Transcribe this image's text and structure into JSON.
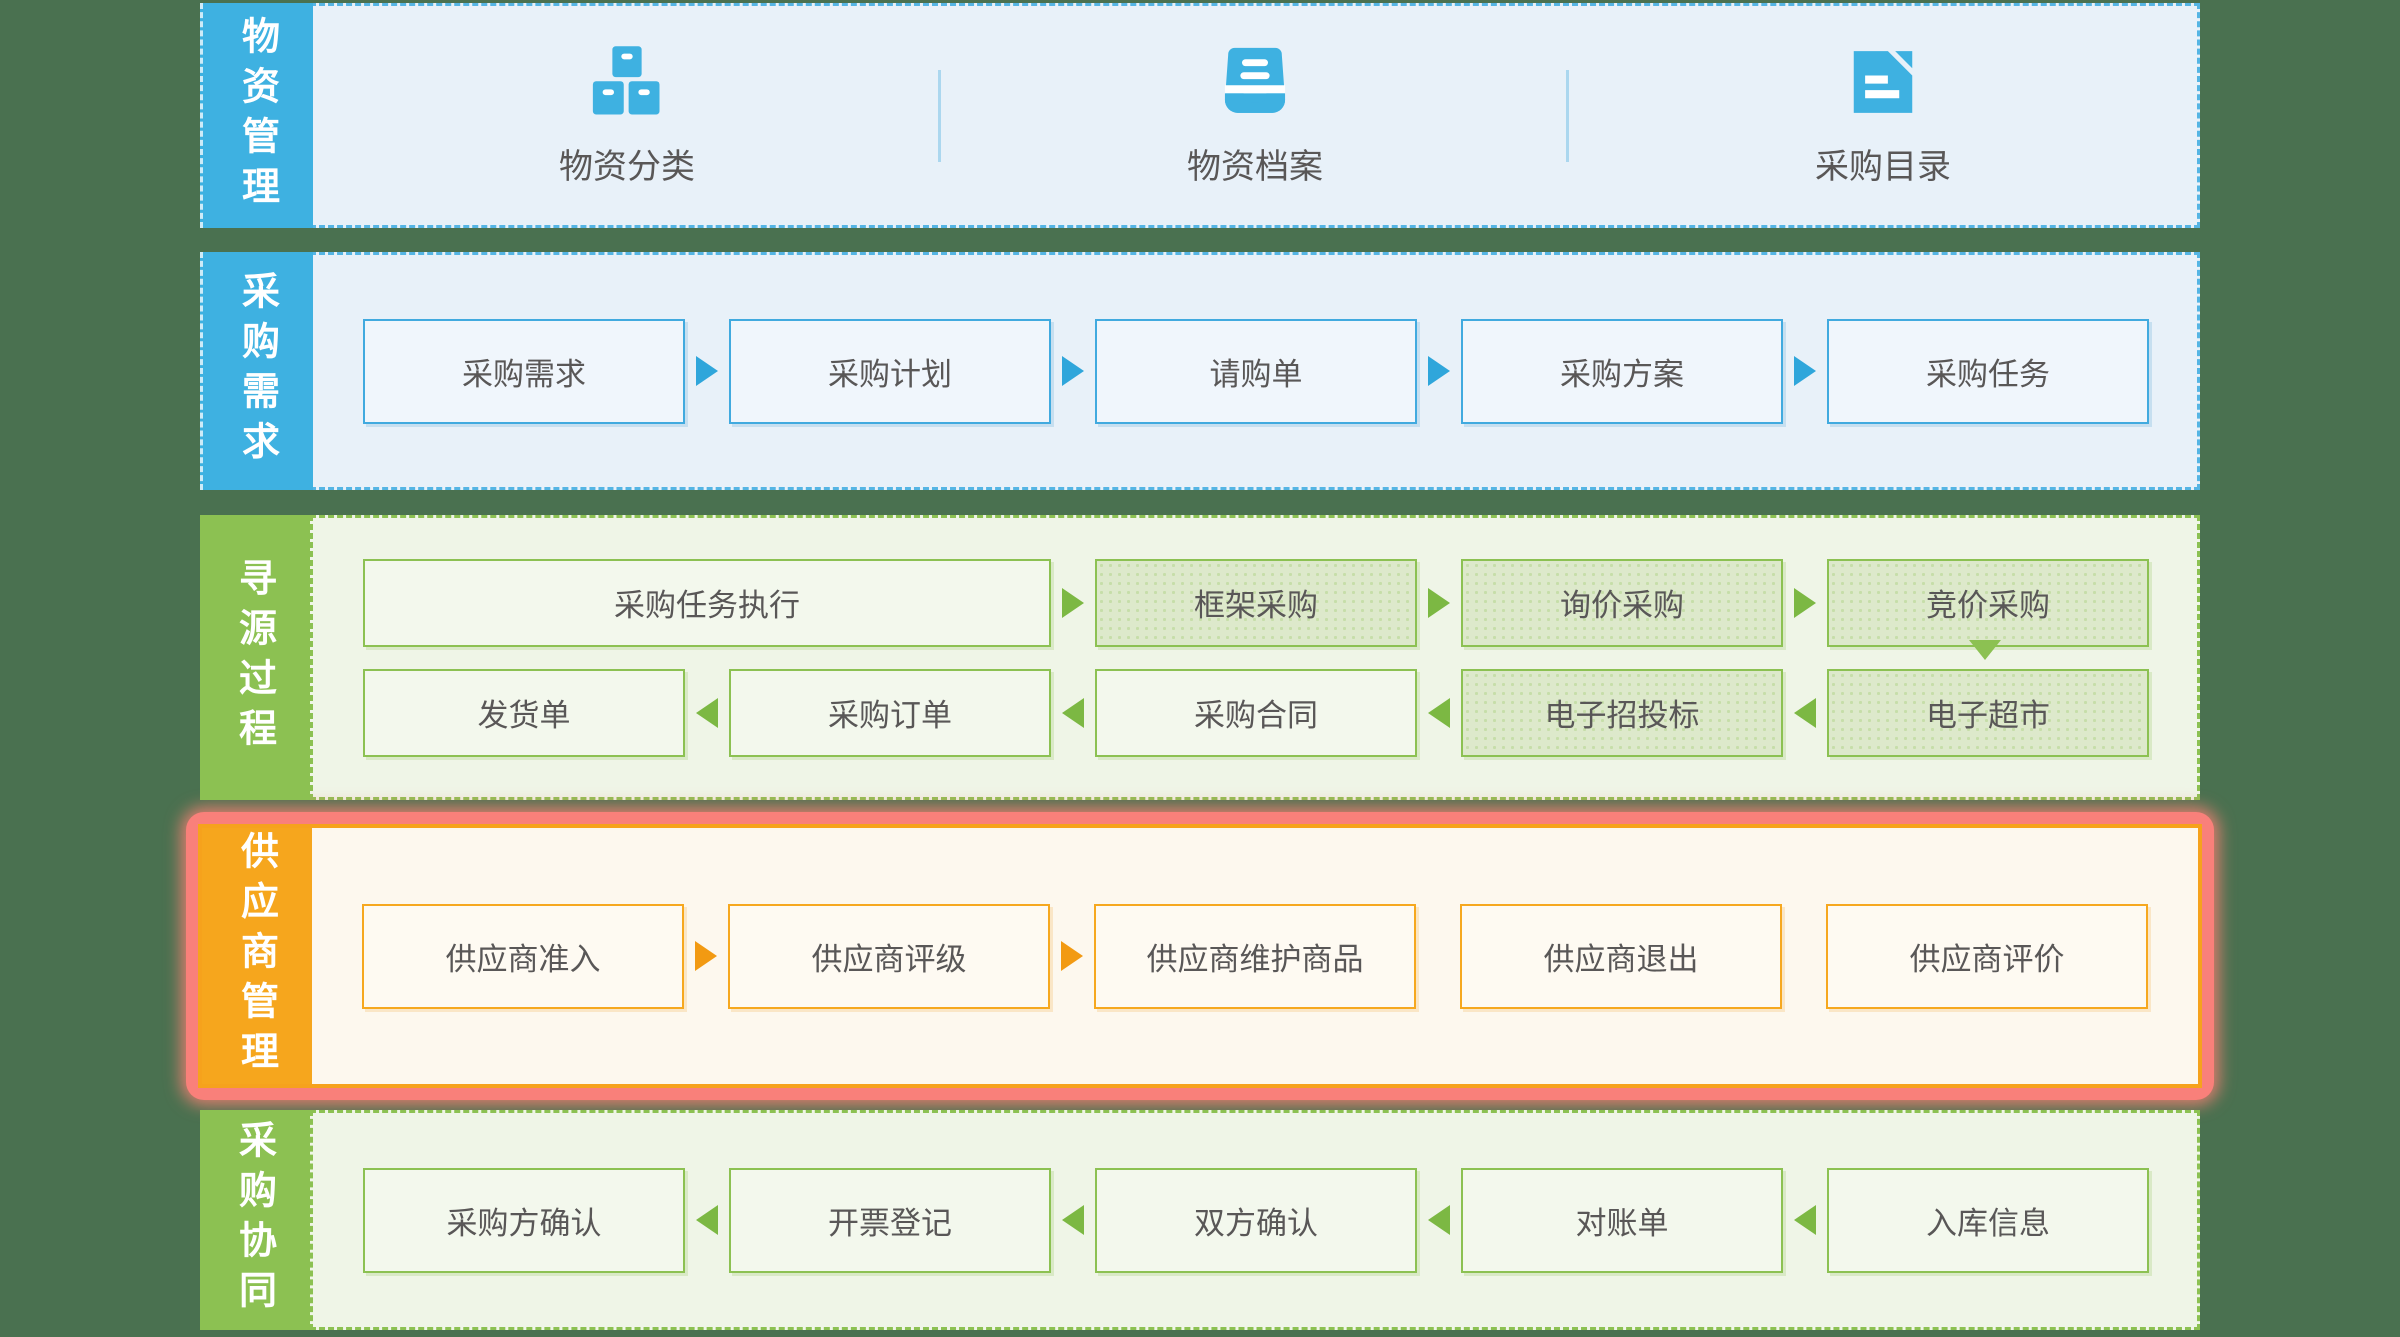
{
  "colors": {
    "page_background": "#4a7150",
    "blue_accent": "#3eb1e1",
    "green_accent": "#8cc152",
    "orange_accent": "#f6a61d",
    "highlight_glow": "#f9807a",
    "box_text": "#595757"
  },
  "bands": {
    "materials": {
      "label": "物资管理",
      "items": [
        {
          "icon": "boxes-icon",
          "label": "物资分类"
        },
        {
          "icon": "archive-tray-icon",
          "label": "物资档案"
        },
        {
          "icon": "document-icon",
          "label": "采购目录"
        }
      ]
    },
    "demand": {
      "label": "采购需求",
      "boxes": [
        "采购需求",
        "采购计划",
        "请购单",
        "采购方案",
        "采购任务"
      ]
    },
    "sourcing": {
      "label": "寻源过程",
      "row1": [
        "采购任务执行",
        "框架采购",
        "询价采购",
        "竞价采购"
      ],
      "row2": [
        "发货单",
        "采购订单",
        "采购合同",
        "电子招投标",
        "电子超市"
      ]
    },
    "supplier": {
      "label": "供应商管理",
      "boxes": [
        "供应商准入",
        "供应商评级",
        "供应商维护商品",
        "供应商退出",
        "供应商评价"
      ]
    },
    "collaboration": {
      "label": "采购协同",
      "boxes": [
        "采购方确认",
        "开票登记",
        "双方确认",
        "对账单",
        "入库信息"
      ]
    }
  }
}
